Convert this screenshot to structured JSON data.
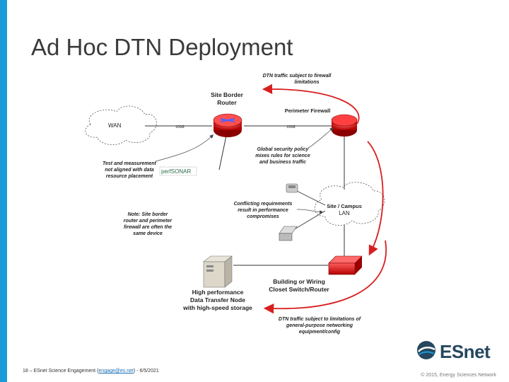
{
  "slide": {
    "title": "Ad Hoc DTN Deployment"
  },
  "diagram": {
    "firewall_note": [
      "DTN traffic subject to firewall",
      "limitations"
    ],
    "site_border_router": [
      "Site Border",
      "Router"
    ],
    "perimeter_firewall": "Perimeter Firewall",
    "wan": "WAN",
    "test_measurement": [
      "Test and measurement",
      "not aligned with data",
      "resource placement"
    ],
    "perfsonar": "perfSONAR",
    "global_policy": [
      "Global security policy",
      "mixes rules for science",
      "and business traffic"
    ],
    "site_campus_lan": [
      "Site / Campus",
      "LAN"
    ],
    "conflicting": [
      "Conflicting requirements",
      "result in performance",
      "compromises"
    ],
    "note_border": [
      "Note: Site border",
      "router and perimeter",
      "firewall are often the",
      "same device"
    ],
    "dtn_label": [
      "High performance",
      "Data Transfer Node",
      "with high-speed storage"
    ],
    "building_switch": [
      "Building or Wiring",
      "Closet Switch/Router"
    ],
    "general_purpose_note": [
      "DTN traffic subject to limitations of",
      "general-purpose networking",
      "equipment/config"
    ],
    "link_10ge_1": "10GE",
    "link_10ge_2": "10GE"
  },
  "footer": {
    "left_prefix": "18 – ESnet Science Engagement (",
    "left_link": "engage@es.net",
    "left_suffix": ") - 6/5/2021",
    "right": "© 2015, Energy Sciences Network",
    "logo_text": "ESnet"
  },
  "colors": {
    "accent_bar": "#1a9bd7",
    "router_red": "#e02020",
    "arrow_red": "#d81f1f"
  }
}
